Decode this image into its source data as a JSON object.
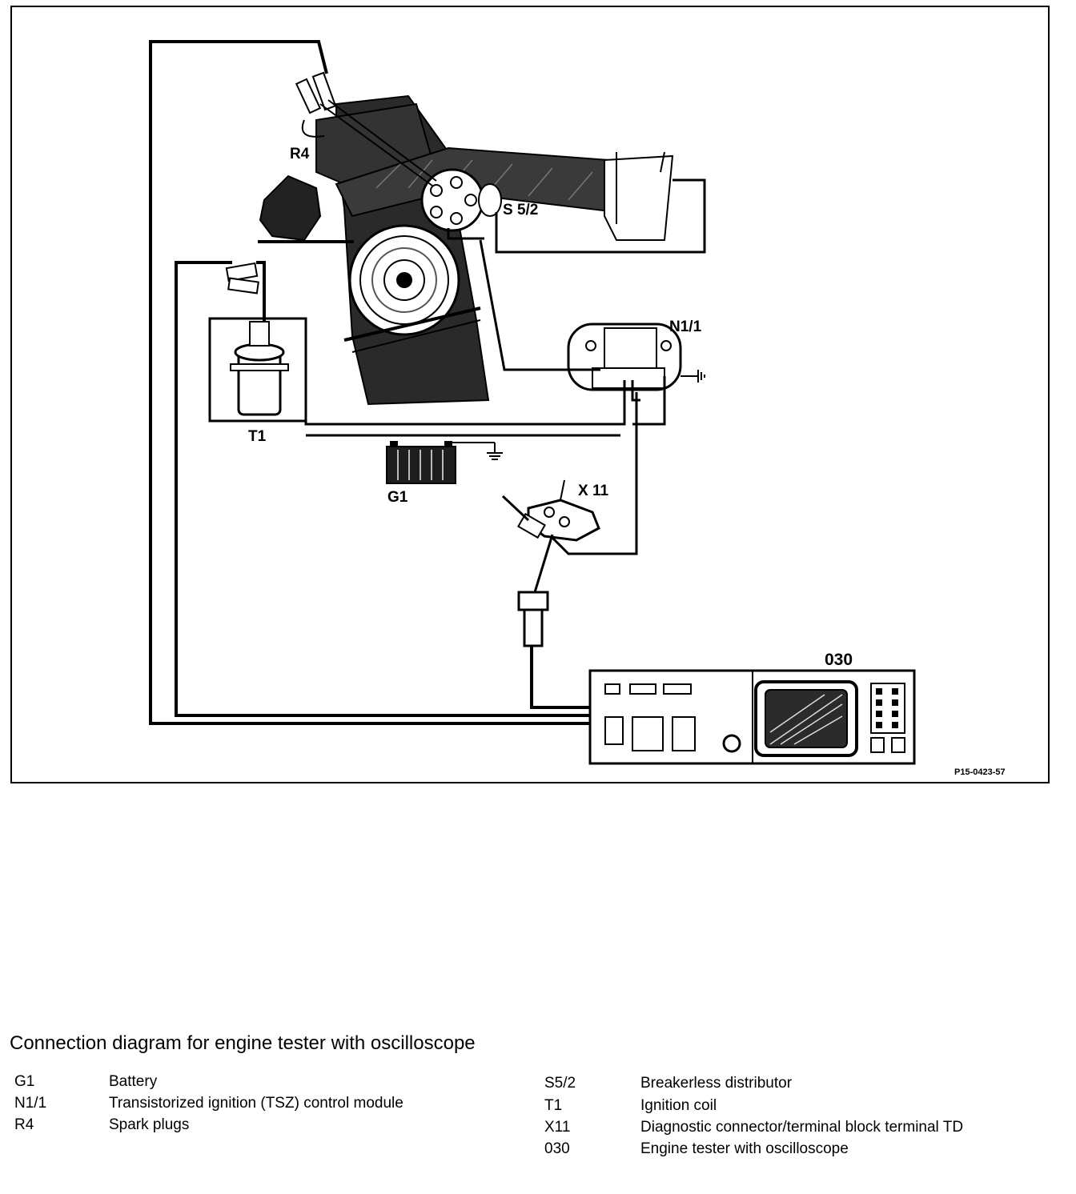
{
  "diagram": {
    "labels": {
      "r4": "R4",
      "s52": "S 5/2",
      "n11": "N1/1",
      "t1": "T1",
      "g1": "G1",
      "x11": "X 11",
      "tester": "030",
      "figure_id": "P15-0423-57"
    }
  },
  "caption": "Connection diagram for engine tester with oscilloscope",
  "legend": {
    "left": [
      {
        "code": "G1",
        "desc": "Battery"
      },
      {
        "code": "N1/1",
        "desc": "Transistorized ignition (TSZ) control module"
      },
      {
        "code": "R4",
        "desc": "Spark plugs"
      }
    ],
    "right": [
      {
        "code": "S5/2",
        "desc": "Breakerless distributor"
      },
      {
        "code": "T1",
        "desc": "Ignition coil"
      },
      {
        "code": "X11",
        "desc": "Diagnostic connector/terminal block terminal TD"
      },
      {
        "code": "030",
        "desc": "Engine tester with oscilloscope"
      }
    ]
  }
}
